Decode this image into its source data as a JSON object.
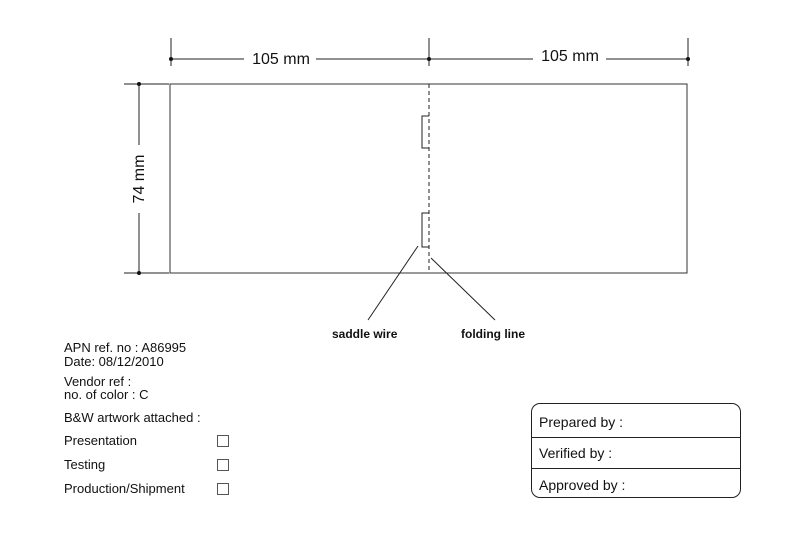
{
  "dimensions": {
    "width_left": "105 mm",
    "width_right": "105 mm",
    "height": "74 mm"
  },
  "callouts": {
    "saddle_wire": "saddle wire",
    "folding_line": "folding line"
  },
  "info": {
    "apn_ref": "APN ref. no :  A86995",
    "date": "Date: 08/12/2010",
    "vendor_ref": "Vendor ref :",
    "no_of_color": "no. of color :    C",
    "bw_artwork": "B&W artwork attached :"
  },
  "checklist": [
    {
      "label": "Presentation",
      "checked": false
    },
    {
      "label": "Testing",
      "checked": false
    },
    {
      "label": "Production/Shipment",
      "checked": false
    }
  ],
  "signoff": {
    "prepared": "Prepared by :",
    "verified": "Verified by :",
    "approved": "Approved by :"
  }
}
